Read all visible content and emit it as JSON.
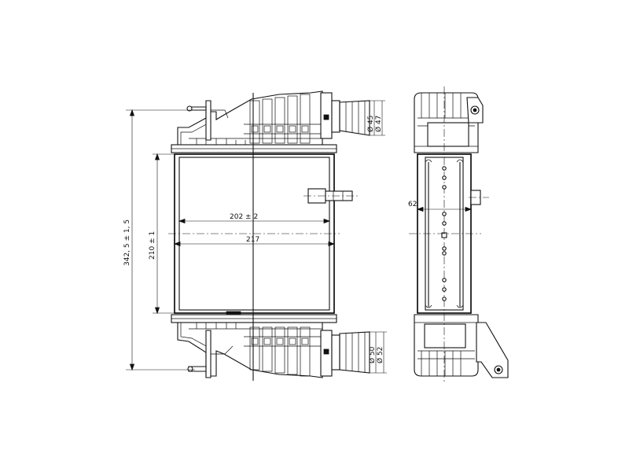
{
  "drawing": {
    "dimensions": {
      "overall_height": "342, 5 ± 1, 5",
      "core_height": "210 ± 1",
      "core_width": "202 ± 2",
      "overall_width": "217",
      "depth": "62",
      "top_outlet_inner": "Ø 45",
      "top_outlet_outer": "Ø 47",
      "bottom_outlet_inner": "Ø 50",
      "bottom_outlet_outer": "Ø 52"
    }
  }
}
